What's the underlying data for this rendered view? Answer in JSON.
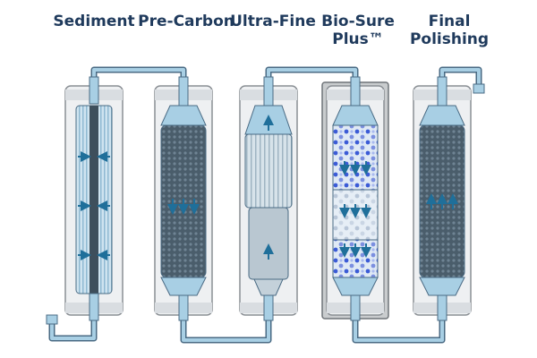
{
  "stages": [
    {
      "label": "Sediment",
      "flow": "inward",
      "media": "pleated-core"
    },
    {
      "label": "Pre-Carbon",
      "flow": "down",
      "media": "carbon-block"
    },
    {
      "label": "Ultra-Fine",
      "flow": "up",
      "media": "ultrafiltration-membrane"
    },
    {
      "label": "Bio-Sure\nPlus™",
      "flow": "down",
      "media": "bio-beads"
    },
    {
      "label": "Final\nPolishing",
      "flow": "up",
      "media": "carbon-block"
    }
  ],
  "colors": {
    "label": "#1f3a5c",
    "pipe": "#a8cfe4",
    "pipe_edge": "#4a6b84",
    "housing": "#eef0f2",
    "housing_edge": "#8a8f94",
    "media_carbon": "#3e4f5c",
    "arrow": "#1f6f9a",
    "bead": "#3b5bd6"
  }
}
